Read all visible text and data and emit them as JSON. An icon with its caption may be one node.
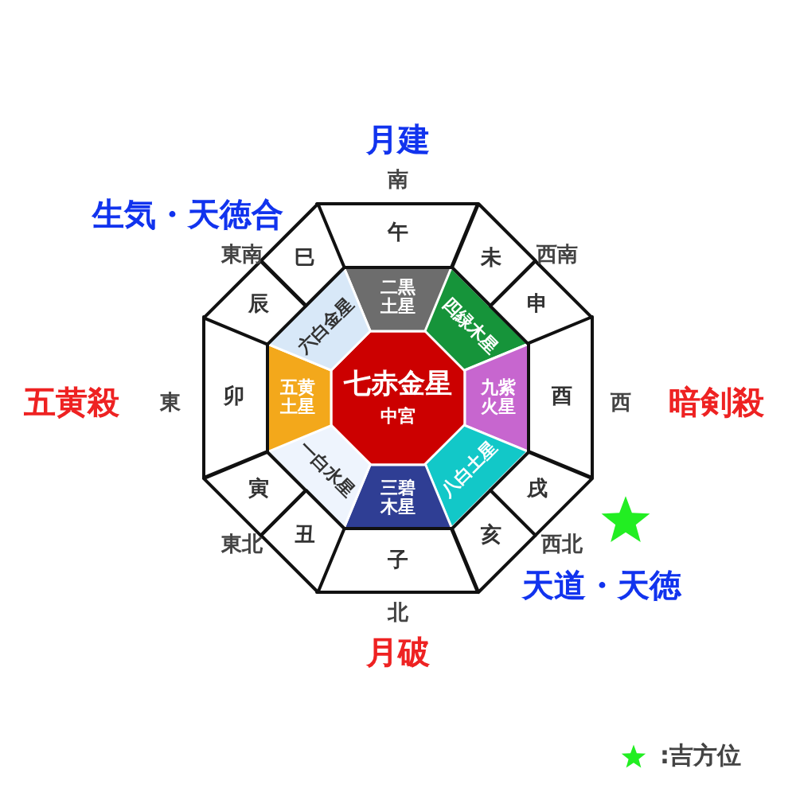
{
  "diagram": {
    "nodes": [
      {
        "text": [
          "七赤金星",
          "中宮"
        ]
      },
      {
        "text": [
          "二黒土星"
        ]
      },
      {
        "text": [
          "四緑木星"
        ]
      },
      {
        "text": [
          "九紫火星"
        ]
      },
      {
        "text": [
          "八白土星"
        ]
      },
      {
        "text": [
          "三碧木星"
        ]
      },
      {
        "text": [
          "一白水星"
        ]
      },
      {
        "text": [
          "五黄土星"
        ]
      },
      {
        "text": [
          "六白金星"
        ]
      },
      {
        "text": [
          "午"
        ]
      },
      {
        "text": [
          "未"
        ]
      },
      {
        "text": [
          "申"
        ]
      },
      {
        "text": [
          "酉"
        ]
      },
      {
        "text": [
          "戌"
        ]
      },
      {
        "text": [
          "亥"
        ]
      },
      {
        "text": [
          "子"
        ]
      },
      {
        "text": [
          "丑"
        ]
      },
      {
        "text": [
          "寅"
        ]
      },
      {
        "text": [
          "卯"
        ]
      },
      {
        "text": [
          "辰"
        ]
      },
      {
        "text": [
          "巳"
        ]
      }
    ],
    "labels": [
      "月建",
      "南",
      "生気・天徳合",
      "東南",
      "西南",
      "五黄殺",
      "東",
      "西",
      "暗剣殺",
      "東北",
      "西北",
      "天道・天徳",
      "北",
      "月破"
    ],
    "legend": [
      {
        "text": ":吉方位"
      }
    ]
  }
}
